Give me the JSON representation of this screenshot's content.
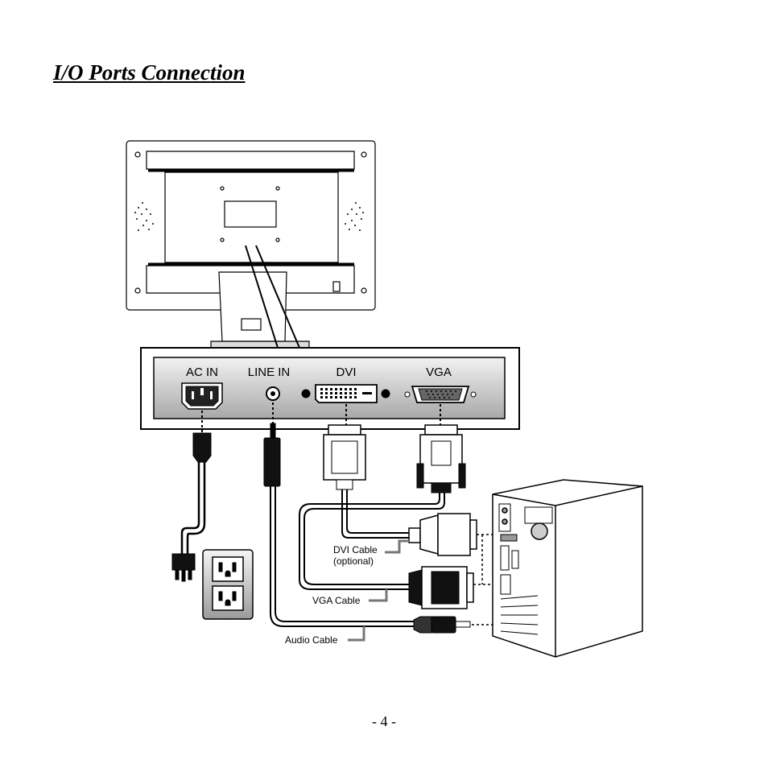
{
  "page": {
    "title": "I/O Ports Connection",
    "page_number": "- 4 -"
  },
  "ports": {
    "ac_in": "AC IN",
    "line_in": "LINE IN",
    "dvi": "DVI",
    "vga": "VGA"
  },
  "cables": {
    "dvi_line1": "DVI Cable",
    "dvi_line2": "(optional)",
    "vga": "VGA Cable",
    "audio": "Audio Cable"
  }
}
